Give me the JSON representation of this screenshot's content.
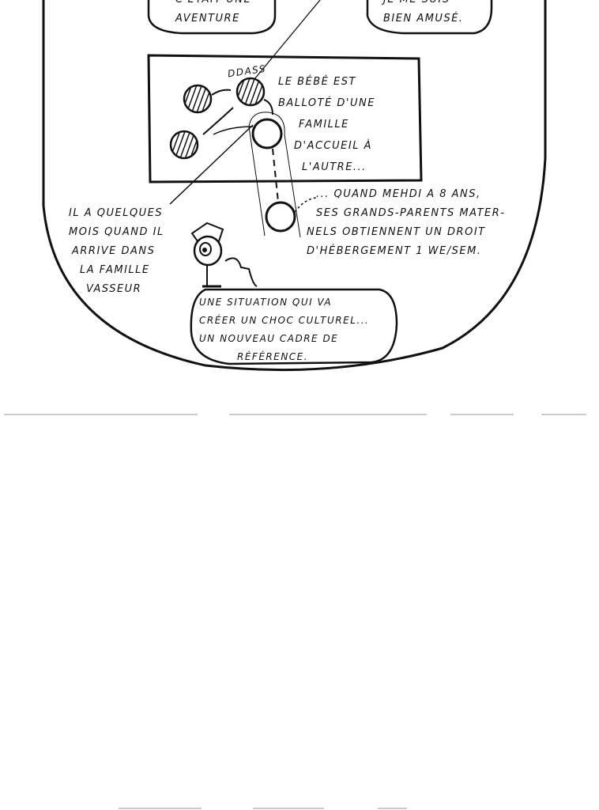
{
  "bubbles": {
    "top_left": [
      "C'ÉTAIT UNE",
      "AVENTURE"
    ],
    "top_right": [
      "JE ME SUIS",
      "BIEN AMUSÉ."
    ],
    "bottom": [
      "UNE SITUATION QUI VA",
      "CRÉER UN CHOC CULTUREL...",
      "UN NOUVEAU CADRE DE",
      "RÉFÉRENCE."
    ]
  },
  "panel": {
    "label": "DDASS",
    "text": [
      "LE BÉBÉ EST",
      "BALLOTÉ D'UNE",
      "FAMILLE",
      "D'ACCUEIL À",
      "L'AUTRE..."
    ]
  },
  "captions": {
    "left": [
      "IL A QUELQUES",
      "MOIS QUAND IL",
      "ARRIVE DANS",
      "LA FAMILLE",
      "VASSEUR"
    ],
    "right": [
      "... QUAND MEHDI A 8 ANS,",
      "SES GRANDS-PARENTS MATER-",
      "NELS OBTIENNENT UN DROIT",
      "D'HÉBERGEMENT 1 WE/SEM."
    ]
  }
}
